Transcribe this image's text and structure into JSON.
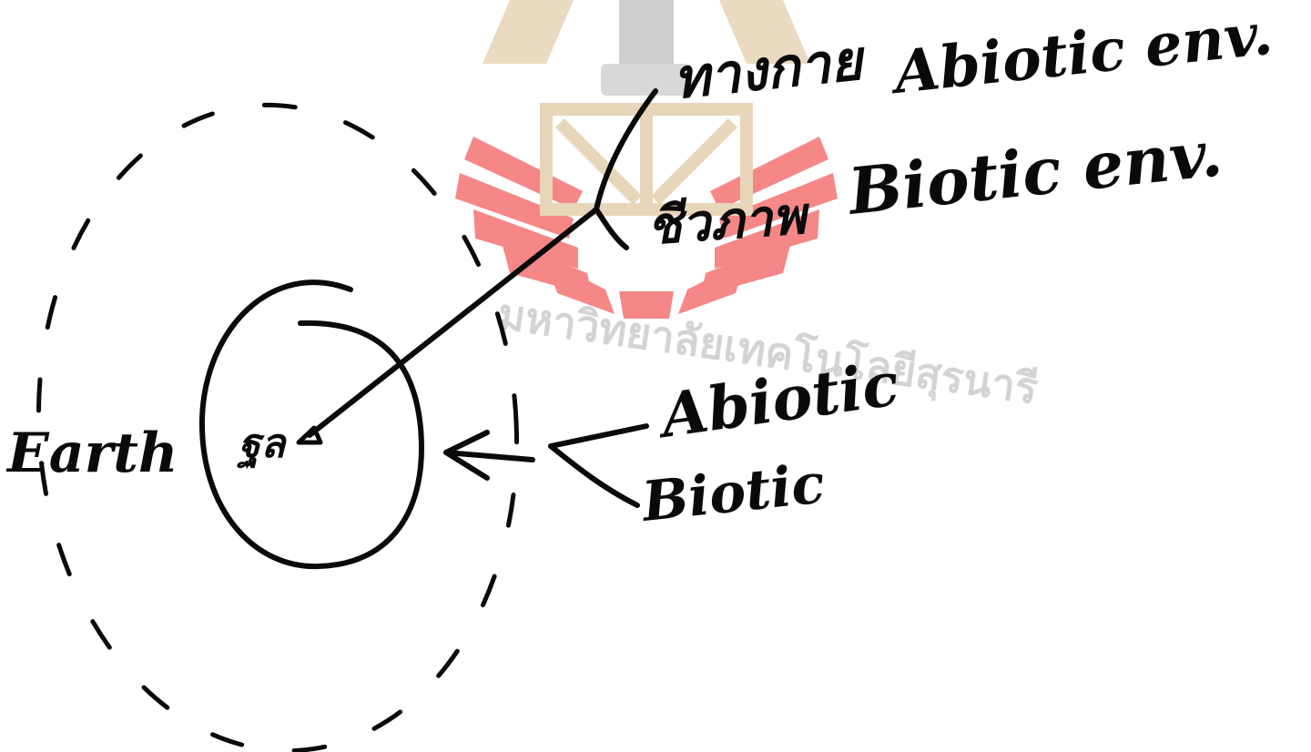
{
  "watermark": {
    "text": "มหาวิทยาลัยเทคโนโลยีสุรนารี",
    "colors": {
      "red": "#f26d6d",
      "tan": "#e3cfb0",
      "grey": "#d0d0d0"
    }
  },
  "diagram": {
    "ink_color": "#0a0a0a",
    "earth_label": "Earth",
    "center_label": "ฐล",
    "branch_abiotic_thai": "ทางกาย",
    "branch_abiotic_en": "Abiotic env.",
    "branch_biotic_thai": "ชีวภาพ",
    "branch_biotic_en": "Biotic env.",
    "input_abiotic": "Abiotic",
    "input_biotic": "Biotic"
  }
}
